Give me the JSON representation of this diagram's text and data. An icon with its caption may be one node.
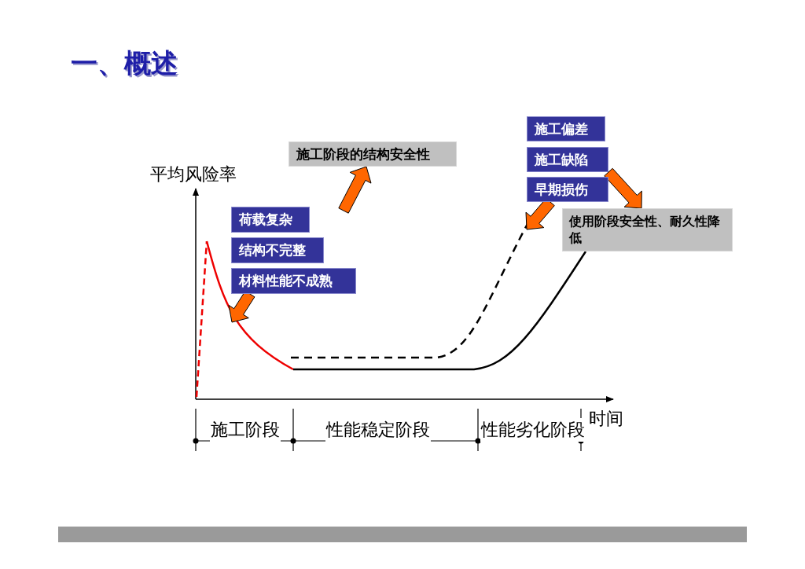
{
  "diagram": {
    "title": "一、概述",
    "nodes": [
      {
        "text": [
          "荷载复杂"
        ]
      },
      {
        "text": [
          "结构不完整"
        ]
      },
      {
        "text": [
          "材料性能不成熟"
        ]
      },
      {
        "text": [
          "施工阶段的结构安全性"
        ]
      },
      {
        "text": [
          "施工偏差"
        ]
      },
      {
        "text": [
          "施工缺陷"
        ]
      },
      {
        "text": [
          "早期损伤"
        ]
      },
      {
        "text": [
          "使用阶段安全性、耐久性降低"
        ]
      }
    ],
    "edges": [
      {
        "from": 2,
        "to": null,
        "arrow": "to"
      },
      {
        "from": null,
        "to": 3,
        "arrow": "to"
      },
      {
        "from": 5,
        "to": 7,
        "arrow": "to"
      },
      {
        "from": 6,
        "to": null,
        "arrow": "to"
      }
    ],
    "labels": [
      "平均风险率",
      "时间",
      "施工阶段",
      "性能稳定阶段",
      "性能劣化阶段"
    ]
  }
}
